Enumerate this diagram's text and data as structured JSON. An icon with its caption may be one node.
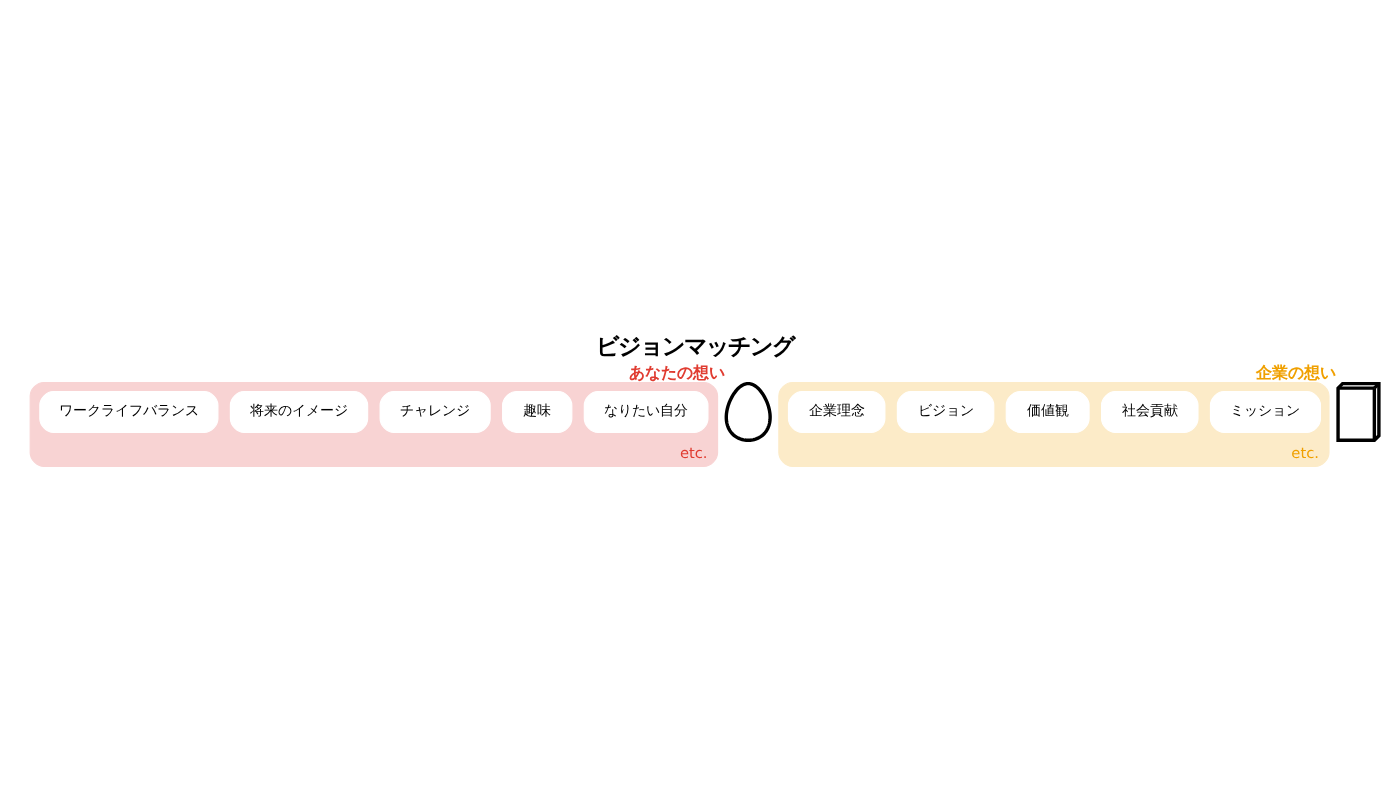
{
  "diagram": {
    "title": "ビジョンマッチング",
    "nodes": [
      {
        "text": [
          "etc."
        ]
      },
      {
        "text": [
          "なりたい自分"
        ],
        "in": 0
      },
      {
        "text": [
          "趣味"
        ],
        "in": 0
      },
      {
        "text": [
          "チャレンジ"
        ],
        "in": 0
      },
      {
        "text": [
          "将来のイメージ"
        ],
        "in": 0
      },
      {
        "text": [
          "ワークライフバランス"
        ],
        "in": 0
      },
      {
        "text": [],
        "shape": "person",
        "beside": [
          "あなたの想い"
        ]
      },
      {
        "text": [
          "etc."
        ]
      },
      {
        "text": [
          "ミッション"
        ],
        "in": 7
      },
      {
        "text": [
          "社会貢献"
        ],
        "in": 7
      },
      {
        "text": [
          "価値観"
        ],
        "in": 7
      },
      {
        "text": [
          "ビジョン"
        ],
        "in": 7
      },
      {
        "text": [
          "企業理念"
        ],
        "in": 7
      },
      {
        "text": [],
        "shape": "building",
        "beside": [
          "企業の想い"
        ]
      }
    ],
    "edges": []
  }
}
